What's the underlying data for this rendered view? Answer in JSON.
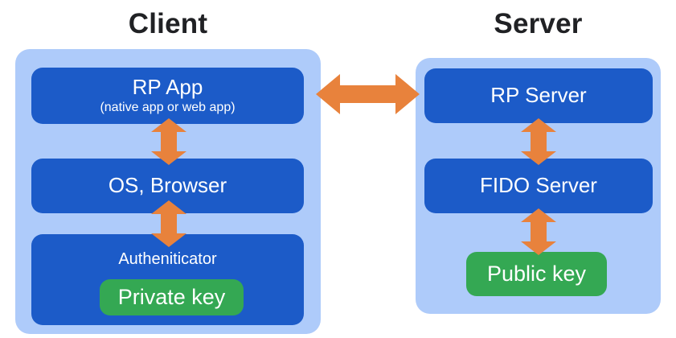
{
  "colors": {
    "background": "#ffffff",
    "container": "#AECBFA",
    "box": "#1C5BC8",
    "key": "#34A853",
    "arrow": "#E8823C",
    "title": "#202124",
    "box_text": "#ffffff"
  },
  "client": {
    "title": "Client",
    "boxes": {
      "rp_app": {
        "label": "RP App",
        "sublabel": "(native app or web app)"
      },
      "os_browser": {
        "label": "OS, Browser"
      },
      "authenticator": {
        "label": "Autheniticator",
        "key_label": "Private key"
      }
    }
  },
  "server": {
    "title": "Server",
    "boxes": {
      "rp_server": {
        "label": "RP Server"
      },
      "fido_server": {
        "label": "FIDO Server"
      },
      "public_key": {
        "label": "Public key"
      }
    }
  },
  "arrows": {
    "client_server": "bidirectional-horizontal",
    "rpapp_os": "bidirectional-vertical",
    "os_authenticator": "bidirectional-vertical",
    "rpserver_fido": "bidirectional-vertical",
    "fido_publickey": "bidirectional-vertical"
  }
}
